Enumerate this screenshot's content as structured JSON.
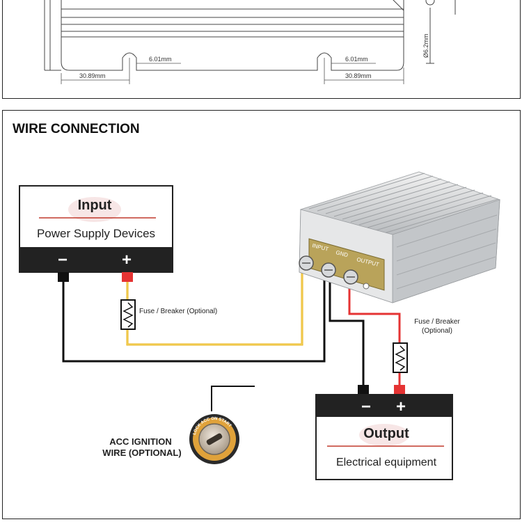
{
  "dimensions": {
    "slot_width": "6.01mm",
    "slot_offset_left": "30.89mm",
    "slot_offset_right": "30.89mm",
    "hole_diameter": "Ø6.2mm"
  },
  "wiring": {
    "title": "WIRE CONNECTION",
    "input_box": {
      "title": "Input",
      "subtitle": "Power Supply Devices",
      "minus": "−",
      "plus": "+"
    },
    "output_box": {
      "title": "Output",
      "subtitle": "Electrical equipment",
      "minus": "−",
      "plus": "+"
    },
    "converter_terminals": [
      "INPUT",
      "GND",
      "OUTPUT"
    ],
    "fuse_left_label": "Fuse / Breaker (Optional)",
    "fuse_right_label_line1": "Fuse / Breaker",
    "fuse_right_label_line2": "(Optional)",
    "acc_label_line1": "ACC IGNITION",
    "acc_label_line2": "WIRE (OPTIONAL)",
    "switch_ring_text": "LOCK ACC ON START",
    "colors": {
      "positive_wire": "#e53333",
      "input_positive_wire": "#e8b21a",
      "ground_wire": "#111111",
      "box_dark": "#222222",
      "title_underline": "#c0392b"
    }
  }
}
